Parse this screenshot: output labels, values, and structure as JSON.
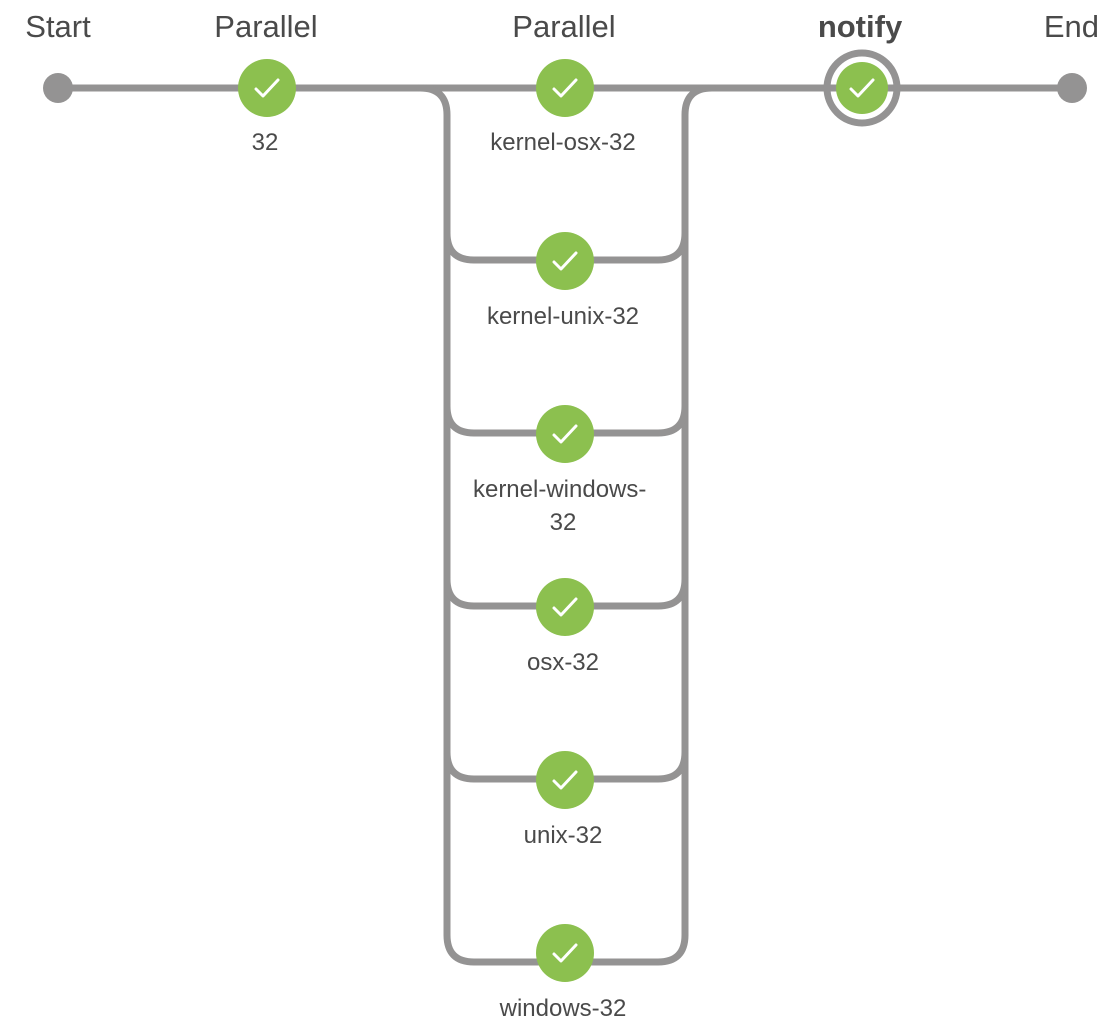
{
  "colors": {
    "success": "#8cc04f",
    "pipe": "#949393",
    "text": "#4a4a4a"
  },
  "columns": {
    "start": {
      "title": "Start"
    },
    "parallel1": {
      "title": "Parallel"
    },
    "parallel2": {
      "title": "Parallel"
    },
    "notify": {
      "title": "notify",
      "selected": true
    },
    "end": {
      "title": "End"
    }
  },
  "nodes": {
    "p1": {
      "label": "32",
      "status": "success",
      "icon": "check-icon"
    },
    "branches": [
      {
        "label_lines": [
          "kernel-osx-32"
        ],
        "status": "success",
        "icon": "check-icon"
      },
      {
        "label_lines": [
          "kernel-unix-32"
        ],
        "status": "success",
        "icon": "check-icon"
      },
      {
        "label_lines": [
          "kernel-windows-",
          "32"
        ],
        "status": "success",
        "icon": "check-icon"
      },
      {
        "label_lines": [
          "osx-32"
        ],
        "status": "success",
        "icon": "check-icon"
      },
      {
        "label_lines": [
          "unix-32"
        ],
        "status": "success",
        "icon": "check-icon"
      },
      {
        "label_lines": [
          "windows-32"
        ],
        "status": "success",
        "icon": "check-icon"
      }
    ],
    "notify": {
      "status": "success",
      "icon": "check-icon"
    }
  }
}
